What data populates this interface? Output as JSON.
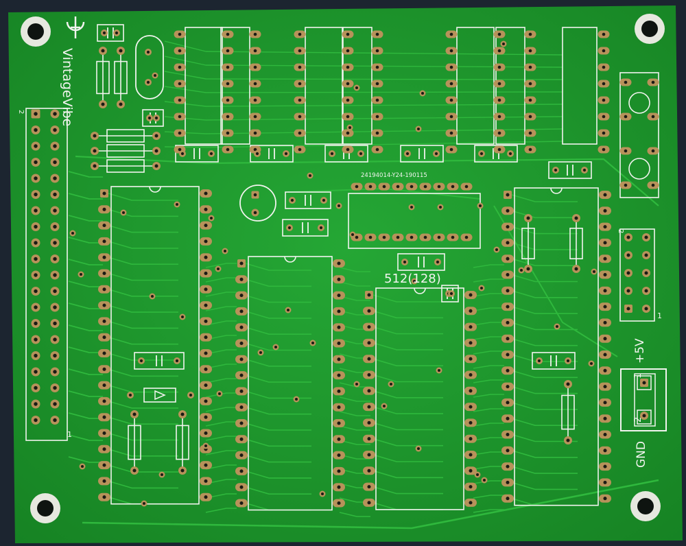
{
  "board": {
    "brand_text": "VintageVibe",
    "part_number": "24194014-Y24-190115",
    "memory_label": "512(128)",
    "power_label": "+5V",
    "ground_label": "GND",
    "header_pin_one_label": "1",
    "header_pin_top_label": "2",
    "jumper_pin_one_label": "1",
    "jumper_pin_top_label": "2",
    "power_pin_1": "1",
    "power_pin_2": "2",
    "colors": {
      "background": "#1c2530",
      "solder_mask": "#1e9a2c",
      "trace": "#2fb83d",
      "silkscreen": "#f2f4ef",
      "pad_copper": "#b7925a",
      "drill": "#1a1a14"
    }
  }
}
